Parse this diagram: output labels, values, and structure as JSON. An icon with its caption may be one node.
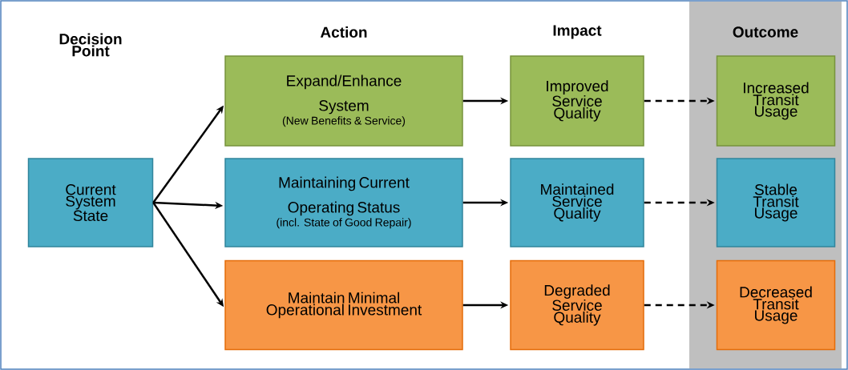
{
  "diagram": {
    "nodes": [
      {
        "text": [
          "Current System State"
        ]
      },
      {
        "text": [
          "Expand/Enhance System",
          "(New Benefits & Service)"
        ]
      },
      {
        "text": [
          "Maintaining Current Operating  Status",
          "(incl. State of Good Repair)"
        ]
      },
      {
        "text": [
          "Maintain Minimal Operational Investment"
        ]
      },
      {
        "text": [
          "Improved Service Quality"
        ]
      },
      {
        "text": [
          "Maintained Service Quality"
        ]
      },
      {
        "text": [
          "Degraded Service Quality"
        ]
      },
      {
        "text": [
          "Outcome"
        ]
      },
      {
        "text": [
          "Increased Transit Usage"
        ],
        "in": 7
      },
      {
        "text": [
          "Stable Transit Usage"
        ],
        "in": 7
      },
      {
        "text": [
          "Decreased Transit Usage"
        ],
        "in": 7
      }
    ],
    "edges": [
      {
        "from": 0,
        "to": 1,
        "arrow": "to"
      },
      {
        "from": 0,
        "to": 2,
        "arrow": "to"
      },
      {
        "from": 0,
        "to": 3,
        "arrow": "to"
      },
      {
        "from": 1,
        "to": 4,
        "arrow": "to"
      },
      {
        "from": 2,
        "to": 5,
        "arrow": "to"
      },
      {
        "from": 3,
        "to": 6,
        "arrow": "to"
      },
      {
        "from": 4,
        "to": 8,
        "arrow": "to",
        "style": "dashed"
      },
      {
        "from": 5,
        "to": 9,
        "arrow": "to",
        "style": "dashed"
      },
      {
        "from": 6,
        "to": 10,
        "arrow": "to",
        "style": "dashed"
      }
    ],
    "labels": [
      "Decision Point",
      "Action",
      "Impact"
    ]
  }
}
